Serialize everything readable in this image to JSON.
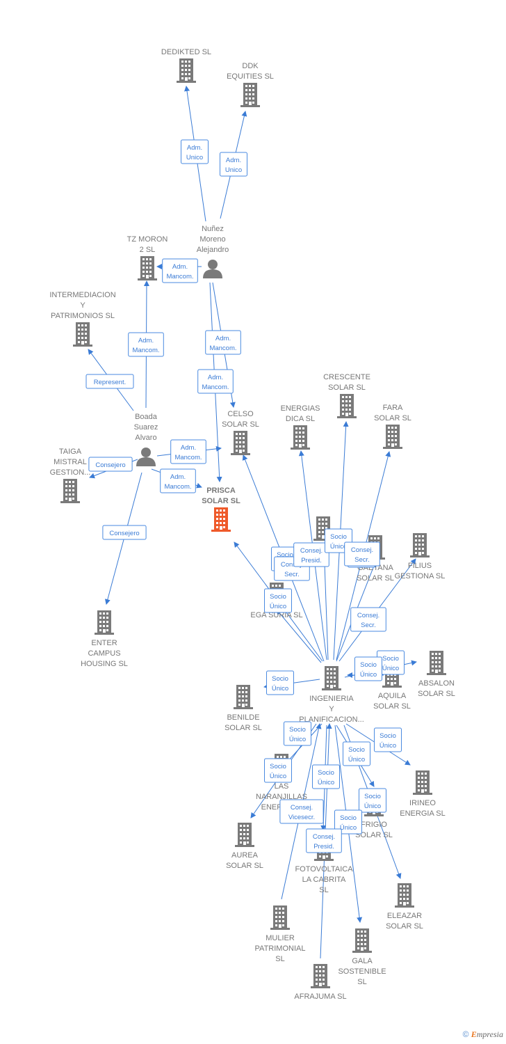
{
  "colors": {
    "edge": "#3a7bd5",
    "building": "#7a7a7a",
    "focus_building": "#ef5a2a",
    "person": "#7a7a7a",
    "label": "#777777"
  },
  "footer": {
    "copyright_symbol": "©",
    "brand_initial": "E",
    "brand_rest": "mpresia"
  },
  "nodes": [
    {
      "id": "dedikted",
      "type": "company",
      "label": [
        "DEDIKTED SL"
      ]
    },
    {
      "id": "ddk",
      "type": "company",
      "label": [
        "DDK",
        "EQUITIES  SL"
      ]
    },
    {
      "id": "nunez",
      "type": "person",
      "label": [
        "Nuñez",
        "Moreno",
        "Alejandro"
      ]
    },
    {
      "id": "tzmoron",
      "type": "company",
      "label": [
        "TZ MORON",
        "2 SL"
      ]
    },
    {
      "id": "intermed",
      "type": "company",
      "label": [
        "INTERMEDIACION",
        "Y",
        "PATRIMONIOS SL"
      ]
    },
    {
      "id": "boada",
      "type": "person",
      "label": [
        "Boada",
        "Suarez",
        "Alvaro"
      ]
    },
    {
      "id": "taiga",
      "type": "company",
      "label": [
        "TAIGA",
        "MISTRAL",
        "GESTION..."
      ]
    },
    {
      "id": "celso",
      "type": "company",
      "label": [
        "CELSO",
        "SOLAR  SL"
      ]
    },
    {
      "id": "prisca",
      "type": "focus",
      "label": [
        "PRISCA",
        "SOLAR  SL"
      ]
    },
    {
      "id": "enter",
      "type": "company",
      "label": [
        "ENTER",
        "CAMPUS",
        "HOUSING  SL"
      ]
    },
    {
      "id": "energias",
      "type": "company",
      "label": [
        "ENERGIAS",
        "DICA SL"
      ]
    },
    {
      "id": "crescente",
      "type": "company",
      "label": [
        "CRESCENTE",
        "SOLAR  SL"
      ]
    },
    {
      "id": "fara",
      "type": "company",
      "label": [
        "FARA",
        "SOLAR  SL"
      ]
    },
    {
      "id": "gaetana",
      "type": "company",
      "label": [
        "GAETANA",
        "SOLAR  SL"
      ]
    },
    {
      "id": "filius",
      "type": "company",
      "label": [
        "FILIUS",
        "GESTIONA SL"
      ]
    },
    {
      "id": "egasuria",
      "type": "company",
      "label": [
        "EGA SURIA  SL"
      ]
    },
    {
      "id": "hidden1",
      "type": "company",
      "label": []
    },
    {
      "id": "ingenieria",
      "type": "company",
      "label": [
        "INGENIERIA",
        "Y",
        "PLANIFICACION..."
      ]
    },
    {
      "id": "absalon",
      "type": "company",
      "label": [
        "ABSALON",
        "SOLAR  SL"
      ]
    },
    {
      "id": "aquila",
      "type": "company",
      "label": [
        "AQUILA",
        "SOLAR  SL"
      ]
    },
    {
      "id": "benilde",
      "type": "company",
      "label": [
        "BENILDE",
        "SOLAR  SL"
      ]
    },
    {
      "id": "irineo",
      "type": "company",
      "label": [
        "IRINEO",
        "ENERGIA SL"
      ]
    },
    {
      "id": "naranjillas",
      "type": "company",
      "label": [
        "LAS",
        "NARANJILLAS",
        "ENERGIA..."
      ]
    },
    {
      "id": "frigio",
      "type": "company",
      "label": [
        "FRIGIO",
        "SOLAR  SL"
      ]
    },
    {
      "id": "aurea",
      "type": "company",
      "label": [
        "AUREA",
        "SOLAR  SL"
      ]
    },
    {
      "id": "fotovoltaica",
      "type": "company",
      "label": [
        "FOTOVOLTAICA",
        "LA CABRITA",
        "SL"
      ]
    },
    {
      "id": "eleazar",
      "type": "company",
      "label": [
        "ELEAZAR",
        "SOLAR  SL"
      ]
    },
    {
      "id": "mulier",
      "type": "company",
      "label": [
        "MULIER",
        "PATRIMONIAL",
        "SL"
      ]
    },
    {
      "id": "gala",
      "type": "company",
      "label": [
        "GALA",
        "SOSTENIBLE",
        "SL"
      ]
    },
    {
      "id": "afrajuma",
      "type": "company",
      "label": [
        "AFRAJUMA SL"
      ]
    }
  ],
  "edges": [
    {
      "from": "nunez",
      "to": "dedikted",
      "label": [
        "Adm.",
        "Unico"
      ]
    },
    {
      "from": "nunez",
      "to": "ddk",
      "label": [
        "Adm.",
        "Unico"
      ]
    },
    {
      "from": "nunez",
      "to": "tzmoron",
      "label": [
        "Adm.",
        "Mancom."
      ]
    },
    {
      "from": "nunez",
      "to": "celso",
      "label": [
        "Adm.",
        "Mancom."
      ]
    },
    {
      "from": "nunez",
      "to": "prisca",
      "label": [
        "Adm.",
        "Mancom."
      ]
    },
    {
      "from": "boada",
      "to": "tzmoron",
      "label": [
        "Adm.",
        "Mancom."
      ]
    },
    {
      "from": "boada",
      "to": "intermed",
      "label": [
        "Represent."
      ]
    },
    {
      "from": "boada",
      "to": "taiga",
      "label": [
        "Consejero"
      ]
    },
    {
      "from": "boada",
      "to": "celso",
      "label": [
        "Adm.",
        "Mancom."
      ]
    },
    {
      "from": "boada",
      "to": "prisca",
      "label": [
        "Adm.",
        "Mancom."
      ]
    },
    {
      "from": "boada",
      "to": "enter",
      "label": [
        "Consejero"
      ]
    },
    {
      "from": "ingenieria",
      "to": "prisca",
      "label": [
        "Socio",
        "Único"
      ]
    },
    {
      "from": "ingenieria",
      "to": "celso",
      "label": [
        "Consej.",
        "Secr."
      ]
    },
    {
      "from": "ingenieria",
      "to": "energias",
      "label": [
        "Consej.",
        "Presid."
      ]
    },
    {
      "from": "ingenieria",
      "to": "crescente",
      "label": [
        "Socio",
        "Único"
      ]
    },
    {
      "from": "ingenieria",
      "to": "fara",
      "label": [
        "Socio",
        "Único"
      ]
    },
    {
      "from": "ingenieria",
      "to": "hidden1",
      "label": [
        "Socio",
        "Único"
      ]
    },
    {
      "from": "ingenieria",
      "to": "gaetana",
      "label": [
        "Consej.",
        "Secr."
      ]
    },
    {
      "from": "ingenieria",
      "to": "filius",
      "label": [
        "Consej.",
        "Secr."
      ]
    },
    {
      "from": "ingenieria",
      "to": "egasuria",
      "label": [
        "Socio",
        "Único"
      ]
    },
    {
      "from": "ingenieria",
      "to": "absalon",
      "label": [
        "Socio",
        "Único"
      ]
    },
    {
      "from": "ingenieria",
      "to": "benilde",
      "label": [
        "Socio",
        "Único"
      ]
    },
    {
      "from": "ingenieria",
      "to": "irineo",
      "label": [
        "Socio",
        "Único"
      ]
    },
    {
      "from": "ingenieria",
      "to": "naranjillas",
      "label": [
        "Socio",
        "Único"
      ]
    },
    {
      "from": "ingenieria",
      "to": "aurea",
      "label": [
        "Socio",
        "Único"
      ]
    },
    {
      "from": "ingenieria",
      "to": "frigio",
      "label": [
        "Socio",
        "Único"
      ]
    },
    {
      "from": "ingenieria",
      "to": "eleazar",
      "label": [
        "Socio",
        "Único"
      ]
    },
    {
      "from": "ingenieria",
      "to": "gala",
      "label": [
        "Socio",
        "Único"
      ]
    },
    {
      "from": "ingenieria",
      "to": "fotovoltaica",
      "label": [
        "Consej.",
        "Vicesecr."
      ]
    },
    {
      "from": "aquila",
      "to": "ingenieria",
      "label": [
        "Socio",
        "Único"
      ]
    },
    {
      "from": "mulier",
      "to": "ingenieria",
      "label": [
        "Consej.",
        "Presid."
      ]
    },
    {
      "from": "afrajuma",
      "to": "ingenieria",
      "label": [
        "Socio",
        "Único"
      ]
    }
  ]
}
